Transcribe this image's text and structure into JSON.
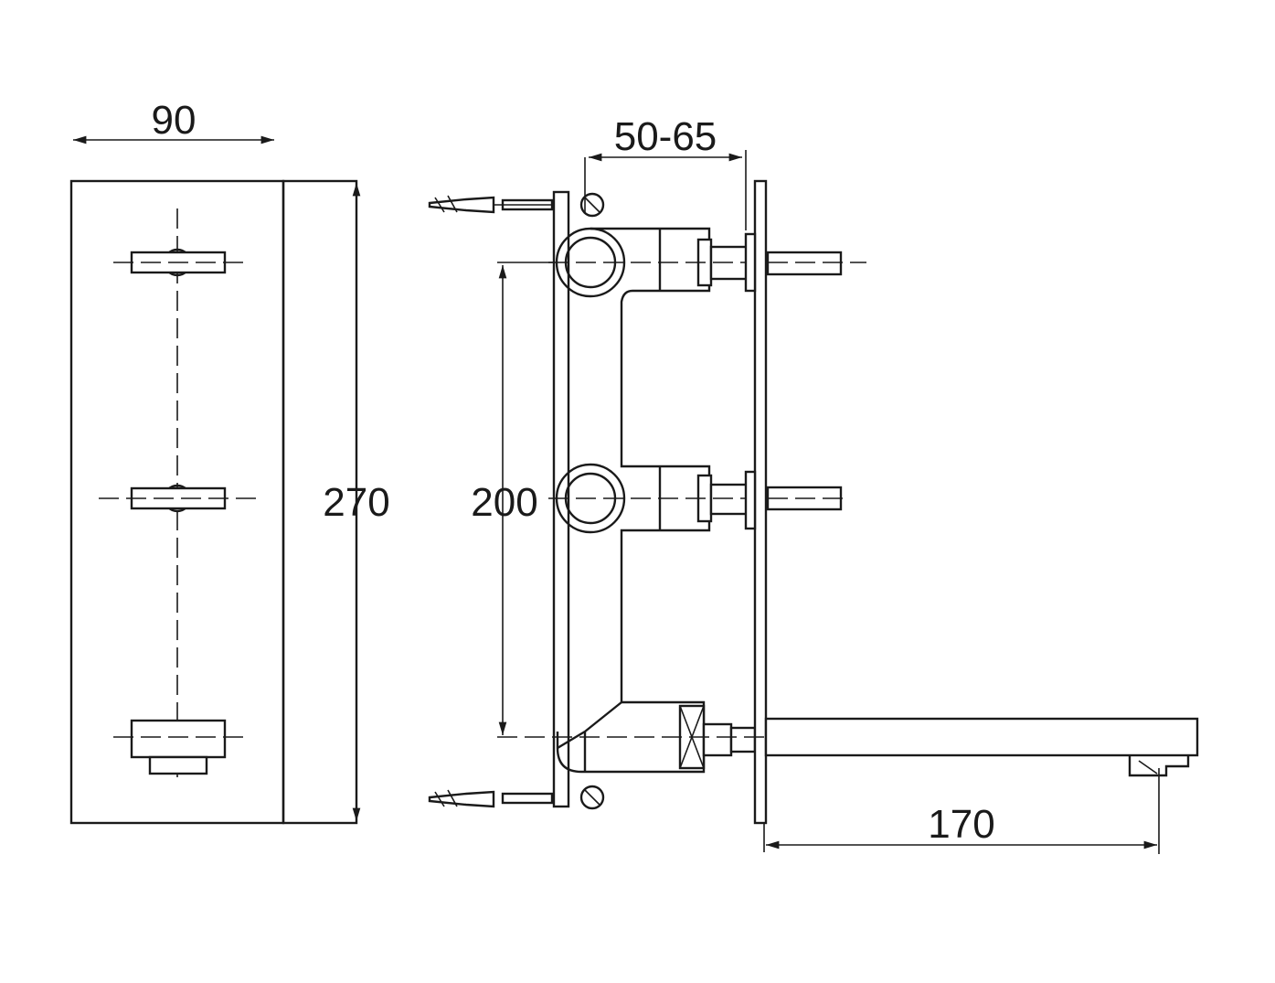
{
  "dimensions": {
    "width": "90",
    "height": "270",
    "spacing": "50-65",
    "centers": "200",
    "spout_reach": "170"
  },
  "colors": {
    "line": "#1a1a1a",
    "background": "#ffffff"
  }
}
